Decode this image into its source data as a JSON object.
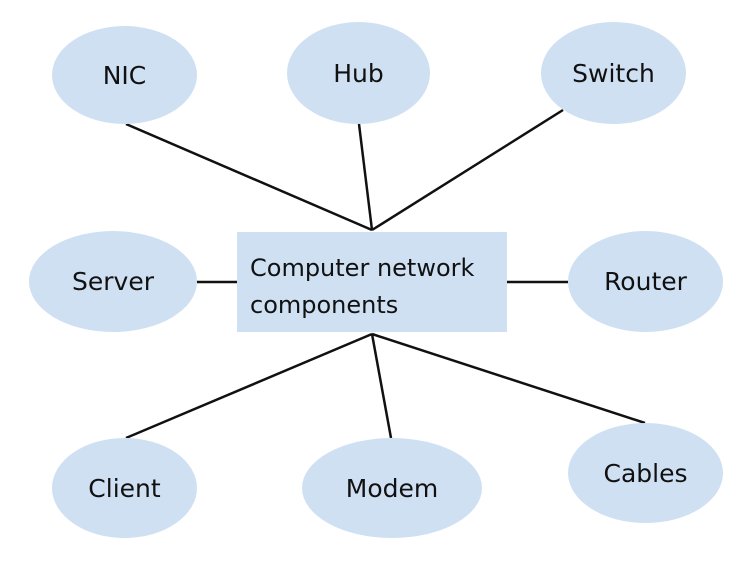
{
  "center": {
    "line1": "Computer network",
    "line2": "components"
  },
  "components": {
    "nic": "NIC",
    "hub": "Hub",
    "switch": "Switch",
    "server": "Server",
    "router": "Router",
    "client": "Client",
    "modem": "Modem",
    "cables": "Cables"
  },
  "colors": {
    "node_fill": "#cfe0f3",
    "line": "#111111",
    "text": "#111111"
  }
}
